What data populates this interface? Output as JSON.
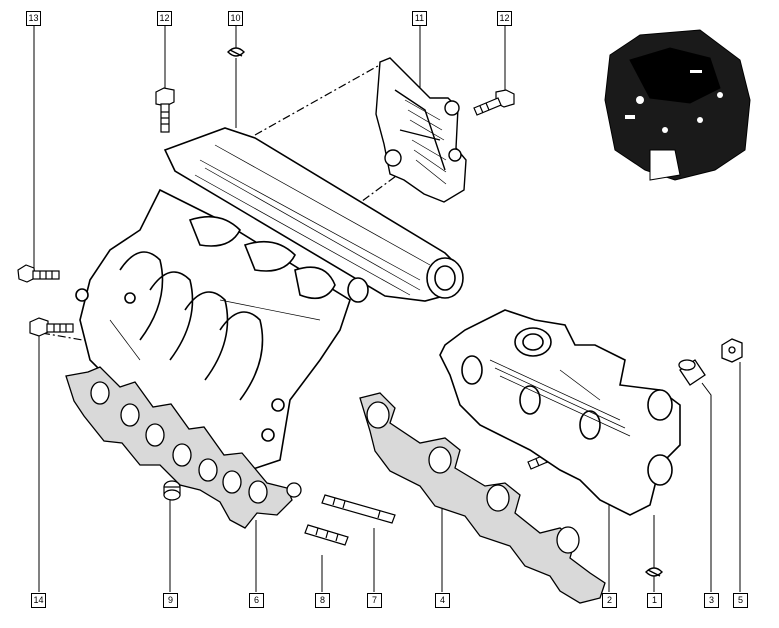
{
  "colors": {
    "ink": "#000000",
    "paper": "#ffffff",
    "gasket_fill": "#d9d9d9"
  },
  "callouts": [
    {
      "id": "c13",
      "label": "13"
    },
    {
      "id": "c12a",
      "label": "12"
    },
    {
      "id": "c10",
      "label": "10"
    },
    {
      "id": "c11",
      "label": "11"
    },
    {
      "id": "c12b",
      "label": "12"
    },
    {
      "id": "c14",
      "label": "14"
    },
    {
      "id": "c9",
      "label": "9"
    },
    {
      "id": "c6",
      "label": "6"
    },
    {
      "id": "c8",
      "label": "8"
    },
    {
      "id": "c7",
      "label": "7"
    },
    {
      "id": "c4",
      "label": "4"
    },
    {
      "id": "c2",
      "label": "2"
    },
    {
      "id": "c1",
      "label": "1"
    },
    {
      "id": "c3",
      "label": "3"
    },
    {
      "id": "c5",
      "label": "5"
    }
  ]
}
